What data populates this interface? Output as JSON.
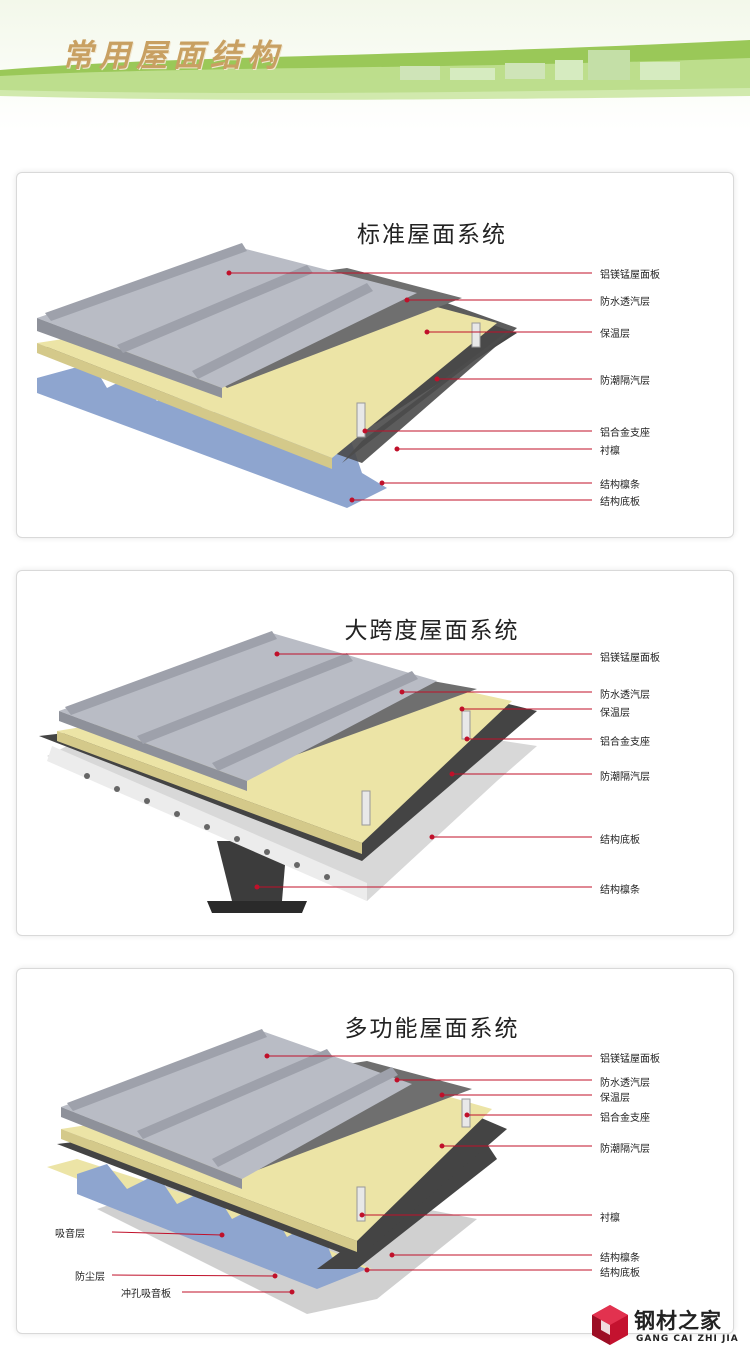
{
  "banner": {
    "title": "常用屋面结构"
  },
  "panels": [
    {
      "title": "标准屋面系统",
      "labels": [
        "铝镁锰屋面板",
        "防水透汽层",
        "保温层",
        "防潮隔汽层",
        "铝合金支座",
        "衬檩",
        "结构檩条",
        "结构底板"
      ]
    },
    {
      "title": "大跨度屋面系统",
      "labels": [
        "铝镁锰屋面板",
        "防水透汽层",
        "保温层",
        "铝合金支座",
        "防潮隔汽层",
        "结构底板",
        "结构檩条"
      ]
    },
    {
      "title": "多功能屋面系统",
      "labels": [
        "铝镁锰屋面板",
        "防水透汽层",
        "保温层",
        "铝合金支座",
        "防潮隔汽层",
        "衬檩",
        "结构檩条",
        "结构底板"
      ],
      "left_labels": [
        "吸音层",
        "防尘层",
        "冲孔吸音板"
      ]
    }
  ],
  "logo": {
    "cn": "钢材之家",
    "en": "GANG CAI ZHI JIA"
  },
  "colors": {
    "panel_metal": "#b9bcc5",
    "membrane": "#6f6f6f",
    "insulation": "#ece4a6",
    "vapor": "#444444",
    "corrugated": "#8ea5cf",
    "leader": "#c0102a",
    "logo_red": "#c4122f"
  }
}
